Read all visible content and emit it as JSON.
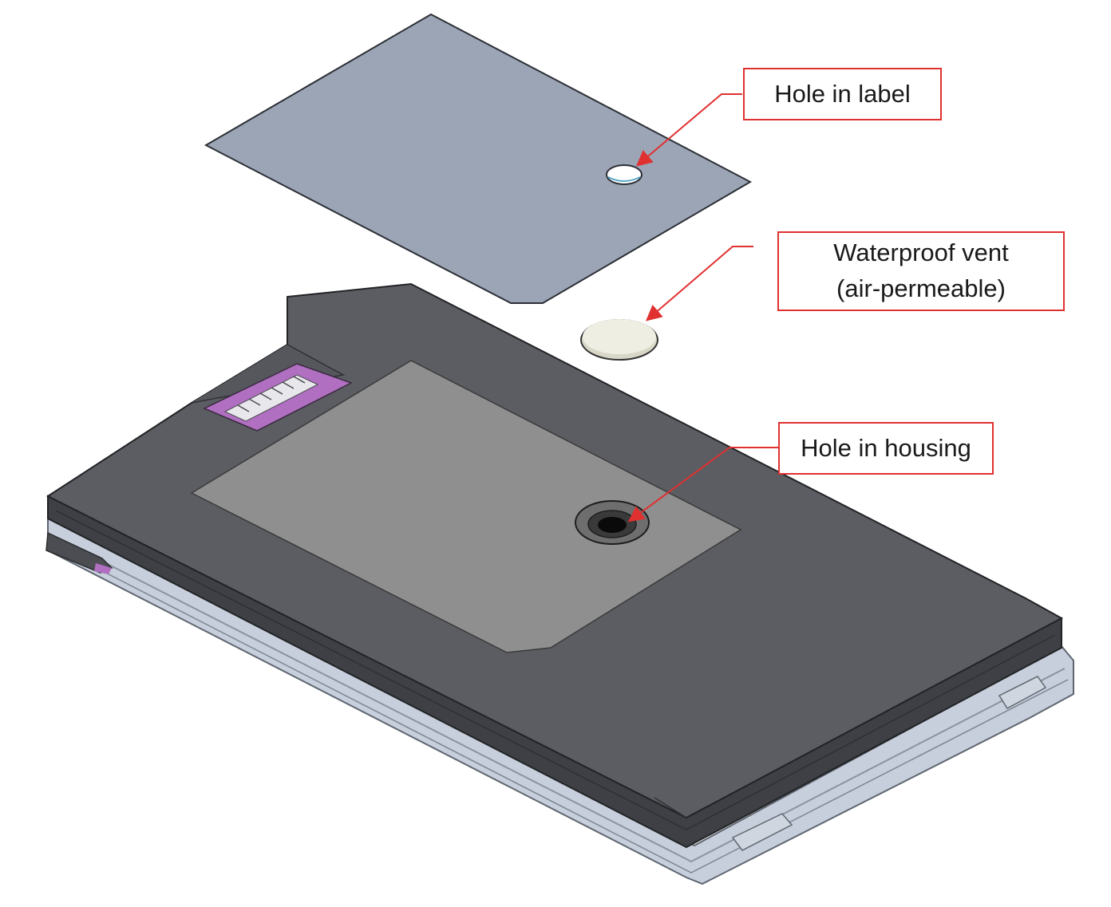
{
  "callouts": {
    "label_hole": {
      "lines": [
        "Hole in label"
      ]
    },
    "vent": {
      "lines": [
        "Waterproof vent",
        "(air-permeable)"
      ]
    },
    "housing_hole": {
      "lines": [
        "Hole in housing"
      ]
    }
  },
  "colors": {
    "callout": "#e03030",
    "label_sheet": "#9aa4b4",
    "housing_top": "#5a5c61",
    "housing_edge": "#3c3e43",
    "recess": "#8e8e8e",
    "base_rim": "#b8c2d0",
    "connector": "#b06fc0",
    "vent_disc": "#ecebdd"
  }
}
